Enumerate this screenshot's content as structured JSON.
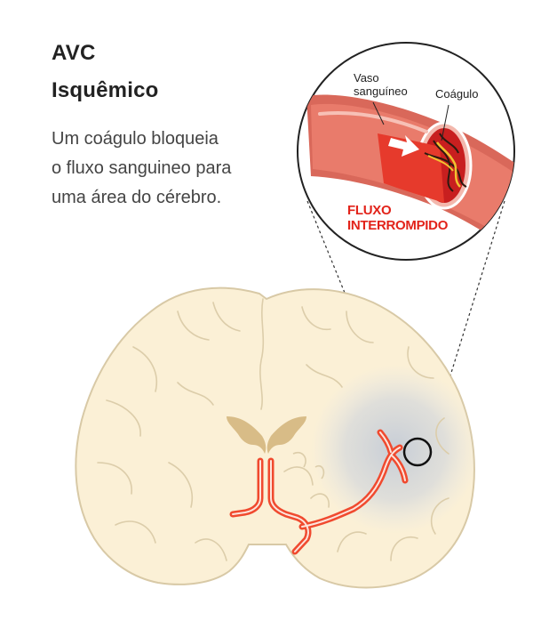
{
  "heading": {
    "line1": "AVC",
    "line2": "Isquêmico"
  },
  "description": [
    "Um coágulo bloqueia",
    "o fluxo sanguineo para",
    "uma área do cérebro."
  ],
  "callout": {
    "vessel_label_line1": "Vaso",
    "vessel_label_line2": "sanguíneo",
    "clot_label": "Coágulo",
    "alert_line1": "FLUXO",
    "alert_line2": "INTERROMPIDO"
  },
  "colors": {
    "brain_fill": "#fbf0d6",
    "brain_outline": "#d8c9a6",
    "artery": "#f04a2f",
    "alert_text": "#e2231a",
    "ischemic_area": "#cdd3dc"
  }
}
